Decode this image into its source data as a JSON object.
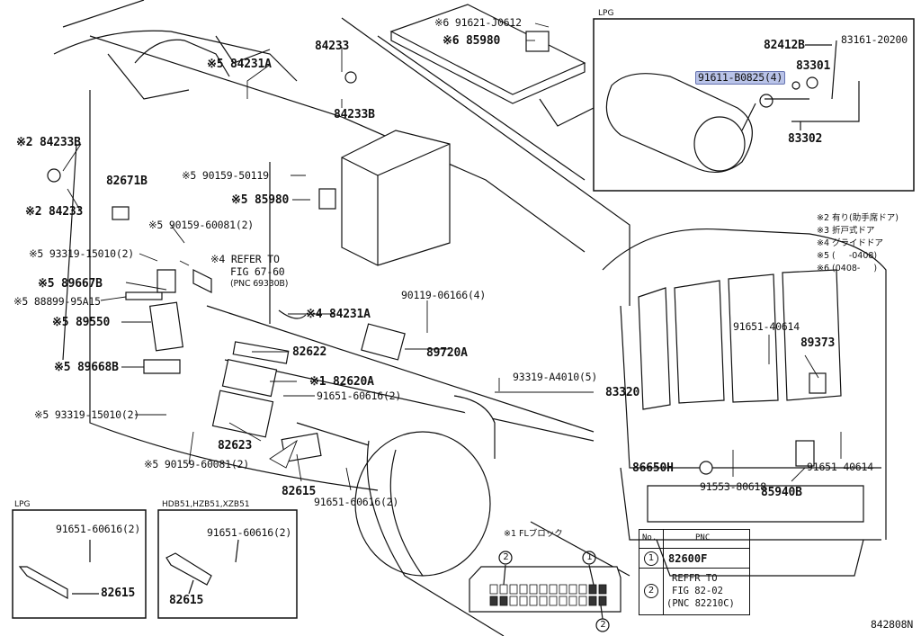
{
  "labels": {
    "p91621": "※6 91621-J0612",
    "p85980_top": "※6 85980",
    "p84233": "84233",
    "p84231a_top": "※5 84231A",
    "p84233b": "84233B",
    "p84233b_left": "※2 84233B",
    "p84233_left": "※2 84233",
    "p82671b": "82671B",
    "p90159_50119": "※5 90159-50119",
    "p85980_mid": "※5 85980",
    "p90159_60081_top": "※5 90159-60081(2)",
    "p93319_15010_top": "※5 93319-15010(2)",
    "refer_to": "※4 REFER TO",
    "fig67": "FIG 67-60",
    "pnc69330": "(PNC 69330B)",
    "p89667b": "※5 89667B",
    "p88899": "※5 88899-95A15",
    "p89550": "※5 89550",
    "p89668b": "※5 89668B",
    "p93319_15010_bot": "※5 93319-15010(2)",
    "p84231a_mid": "※4 84231A",
    "p90119": "90119-06166(4)",
    "p82622": "82622",
    "p89720a": "89720A",
    "p82620a": "※1 82620A",
    "p91651_60616_mid": "91651-60616(2)",
    "p93319_a4010": "93319-A4010(5)",
    "p83320": "83320",
    "p82623": "82623",
    "p90159_60081_bot": "※5 90159-60081(2)",
    "p82615": "82615",
    "p91651_60616_bot": "91651-60616(2)",
    "p91651_40614_top": "91651-40614",
    "p89373": "89373",
    "p86650h": "86650H",
    "p91553": "91553-80618",
    "p91651_40614_bot": "91651-40614",
    "p85940b": "85940B"
  },
  "lpg_top": {
    "title": "LPG",
    "p82412b": "82412B",
    "p83161": "83161-20200",
    "p91611": "91611-B0825(4)",
    "p83301": "83301",
    "p83302": "83302"
  },
  "notes": [
    "※2 有り(助手席ドア)",
    "※3 折戸式ドア",
    "※4 グライドドア",
    "※5 (     -0408)",
    "※6 (0408-     )"
  ],
  "inset_lpg": {
    "title": "LPG",
    "bolt": "91651-60616(2)",
    "part": "82615"
  },
  "inset_hdb": {
    "title": "HDB51,HZB51,XZB51",
    "bolt": "91651-60616(2)",
    "part": "82615"
  },
  "fl_block": {
    "title": "※1  FLブロック",
    "marker1": "1",
    "marker2a": "2",
    "marker2b": "2"
  },
  "legend": {
    "col_no": "No.",
    "col_pnc": "PNC",
    "row1_no": "1",
    "row1_pnc": "82600F",
    "row2_no": "2",
    "row2_line1": "REFFR  TO",
    "row2_line2": "FIG 82-02",
    "row2_line3": "(PNC 82210C)"
  },
  "figure_id": "842808N"
}
